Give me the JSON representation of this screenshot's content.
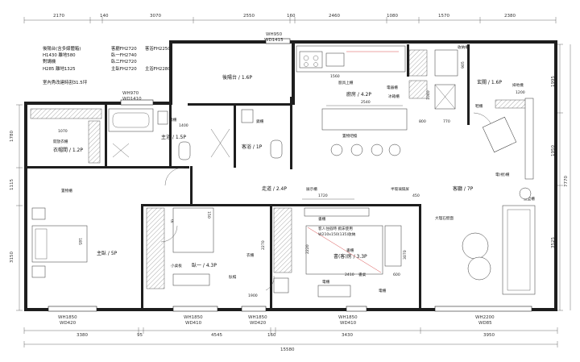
{
  "notes": {
    "lines": [
      "後陽台(含多媒體箱)",
      "H1430 離地580",
      "對講機",
      "H285 離地1325",
      "",
      "室內秀改建時割31.5坪"
    ],
    "heights": [
      "客廳FH2720",
      "客浴FH2250",
      "臥一FH2740",
      "臥二FH2720",
      "主臥FH2720",
      "主浴FH2280"
    ]
  },
  "top_dims": [
    "2170",
    "140",
    "3070",
    "2550",
    "160",
    "2460",
    "1080",
    "1570",
    "2380"
  ],
  "bottom_dims_1": [
    "3380",
    "95",
    "4545",
    "160",
    "3430",
    "3950"
  ],
  "bottom_total": "15580",
  "left_dims": [
    "1780",
    "1115",
    "3150"
  ],
  "right_dims": [
    "1995",
    "1950",
    "7770",
    "3525"
  ],
  "window_labels": {
    "top": [
      "WH950",
      "WD1415"
    ],
    "mid": [
      "WH970",
      "WD1410"
    ],
    "b1": [
      "WH1850",
      "WD420"
    ],
    "b2": [
      "WH1850",
      "WD410"
    ],
    "b3": [
      "WH1850",
      "WD420"
    ],
    "b4": [
      "WH1850",
      "WD410"
    ],
    "b5": [
      "WH2200",
      "WD85"
    ]
  },
  "rooms": {
    "back_balcony": "後陽台 / 1.6P",
    "kitchen": "廚房 / 4.2P",
    "entry": "玄關 / 1.6P",
    "master_bath": "主浴 / 1.5P",
    "guest_bath": "客浴 / 1P",
    "closet": "衣帽間 / 1.2P",
    "corridor": "走道 / 2.4P",
    "living": "客廳 / 7P",
    "master_bed": "主臥 / 5P",
    "bed_one": "臥一 / 4.3P",
    "study": "書(客)房 / 3.3P"
  },
  "labels": {
    "range_hood": "廚具上櫃",
    "appliance_cab": "電器櫃",
    "fridge_cab": "冰箱櫃",
    "storage_cab": "收納櫃",
    "shoe_cab": "鞋櫃",
    "sweeper_cab": "掃地機",
    "bar_cab": "置物吧檯",
    "mirror_cab_1": "鏡櫃",
    "mirror_cab_2": "鏡櫃",
    "open_wardrobe": "開放衣櫃",
    "storage_1": "置物櫃",
    "shoe_cab_1200": "1200",
    "tv_cab": "電(視)櫃",
    "display_cab": "造型櫃",
    "marble_wall": "大理石壁面",
    "half_glass": "半玻璃隔屏",
    "display_cab_2": "展示櫃",
    "high_cab_1": "書櫃",
    "high_cab_2": "書櫃",
    "wardrobe": "衣櫃",
    "bedside_cab": "床頭櫃",
    "small_desk": "小桌板",
    "bed_cab": "書櫃",
    "bed_num": "185",
    "bed2_num": "150",
    "desk": "書桌",
    "table_label": "書桌",
    "seat_label": "臥榻",
    "small_cab": "電櫃",
    "guest_bed": "電櫃",
    "dim_1070": "1070",
    "dim_1400": "1400",
    "dim_1560": "1560",
    "dim_2540": "2540",
    "dim_800": "800",
    "dim_770": "770",
    "dim_1040": "1040",
    "dim_905": "905",
    "dim_1720": "1720",
    "dim_450": "450",
    "dim_2270": "2270",
    "dim_2220": "2220",
    "dim_3070": "3070",
    "dim_2410": "2410",
    "dim_600": "600",
    "dim_1900": "1900",
    "dim_1200": "1200",
    "guest_bed_note": "客人住宿時 掀床使用",
    "guest_bed_note2": "W210x150(135)收納"
  }
}
